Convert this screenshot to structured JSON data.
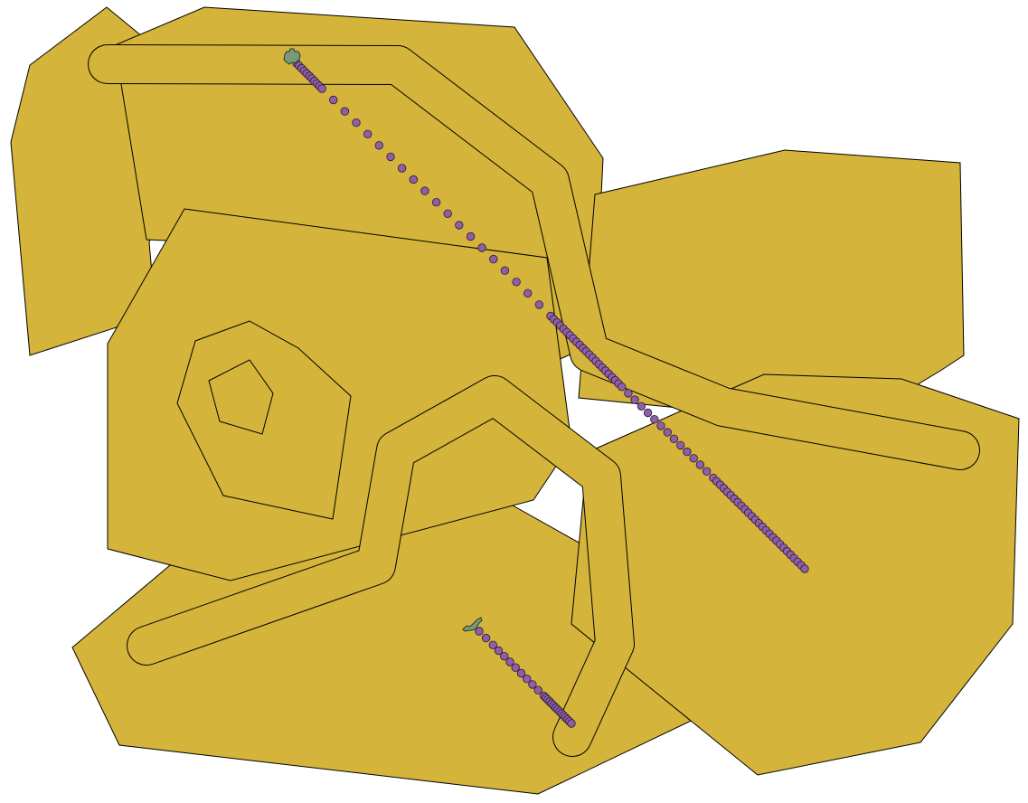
{
  "colors": {
    "polygon_fill": "#D4B43A",
    "outline": "#000000",
    "dot_fill": "#8E5EA8",
    "marker_fill": "#7A9A78"
  },
  "polygons": [
    {
      "name": "polygon-top-left"
    },
    {
      "name": "polygon-far-left"
    },
    {
      "name": "polygon-right"
    },
    {
      "name": "polygon-center-left"
    },
    {
      "name": "polygon-bottom"
    },
    {
      "name": "polygon-bottom-right"
    }
  ],
  "paths": [
    {
      "name": "buffer-path-top"
    },
    {
      "name": "buffer-path-bottom"
    }
  ],
  "tracks": [
    {
      "name": "dot-track-long",
      "marker": "sheep-marker-top"
    },
    {
      "name": "dot-track-short",
      "marker": "sheep-marker-bottom"
    }
  ]
}
